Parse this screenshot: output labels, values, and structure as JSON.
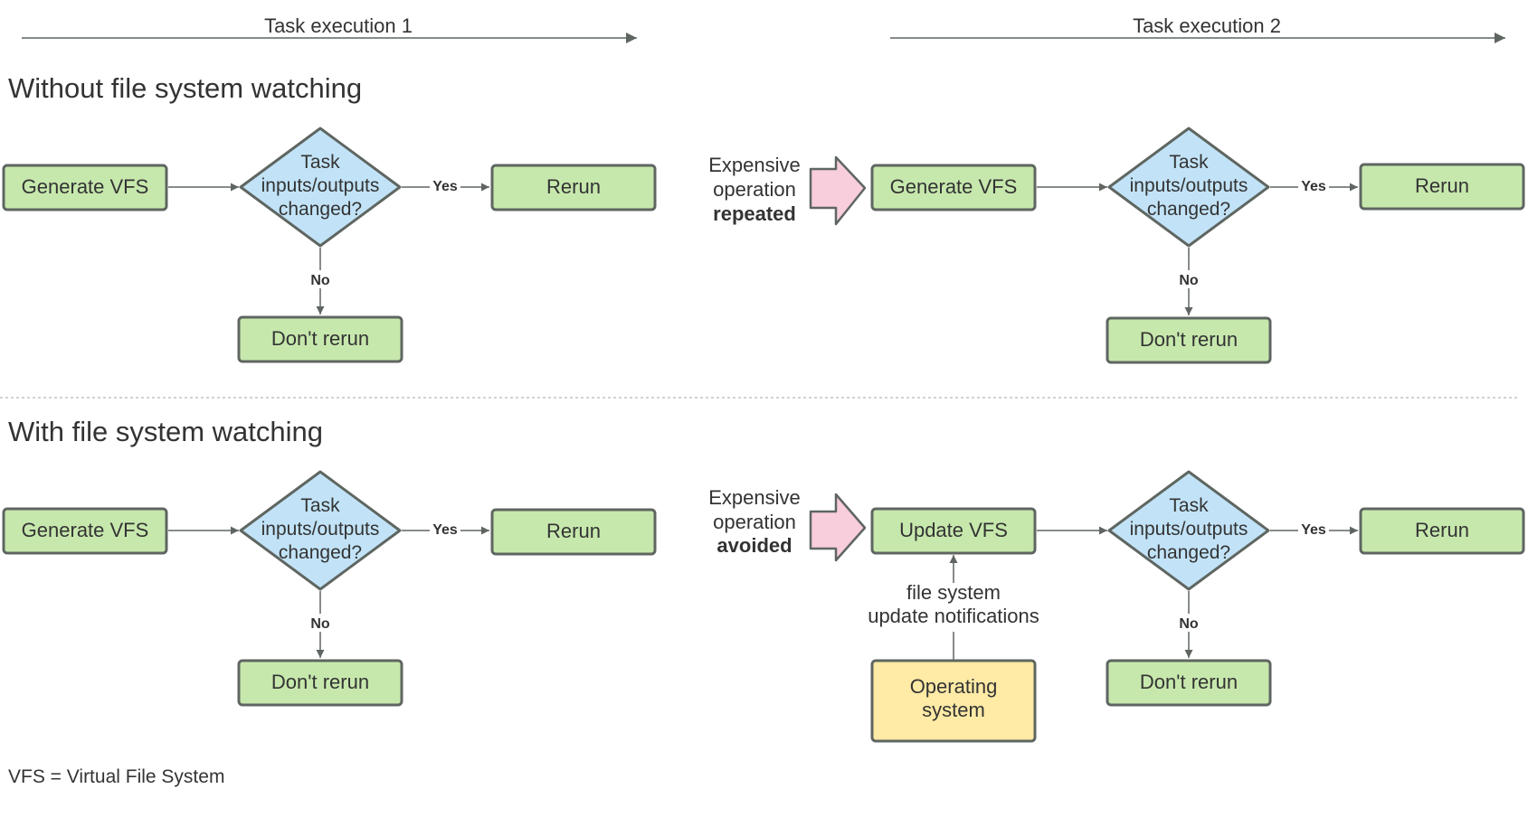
{
  "timeline": {
    "execution_1": "Task execution 1",
    "execution_2": "Task execution 2"
  },
  "sections": {
    "without": "Without file system watching",
    "with": "With file system watching"
  },
  "nodes": {
    "generate_vfs": "Generate VFS",
    "update_vfs": "Update VFS",
    "decision": [
      "Task",
      "inputs/outputs",
      "changed?"
    ],
    "rerun": "Rerun",
    "dont_rerun": "Don't rerun",
    "operating_system": [
      "Operating",
      "system"
    ]
  },
  "edge_labels": {
    "yes": "Yes",
    "no": "No",
    "notifications": [
      "file system",
      "update notifications"
    ]
  },
  "callouts": {
    "repeated": [
      "Expensive",
      "operation",
      "repeated"
    ],
    "avoided": [
      "Expensive",
      "operation",
      "avoided"
    ]
  },
  "footnote": "VFS = Virtual File System",
  "colors": {
    "process_fill": "#c7e8ad",
    "decision_fill": "#c2e3f7",
    "os_fill": "#ffeaa6",
    "callout_fill": "#f8cddc",
    "stroke": "#5f6661",
    "text": "#333333"
  }
}
